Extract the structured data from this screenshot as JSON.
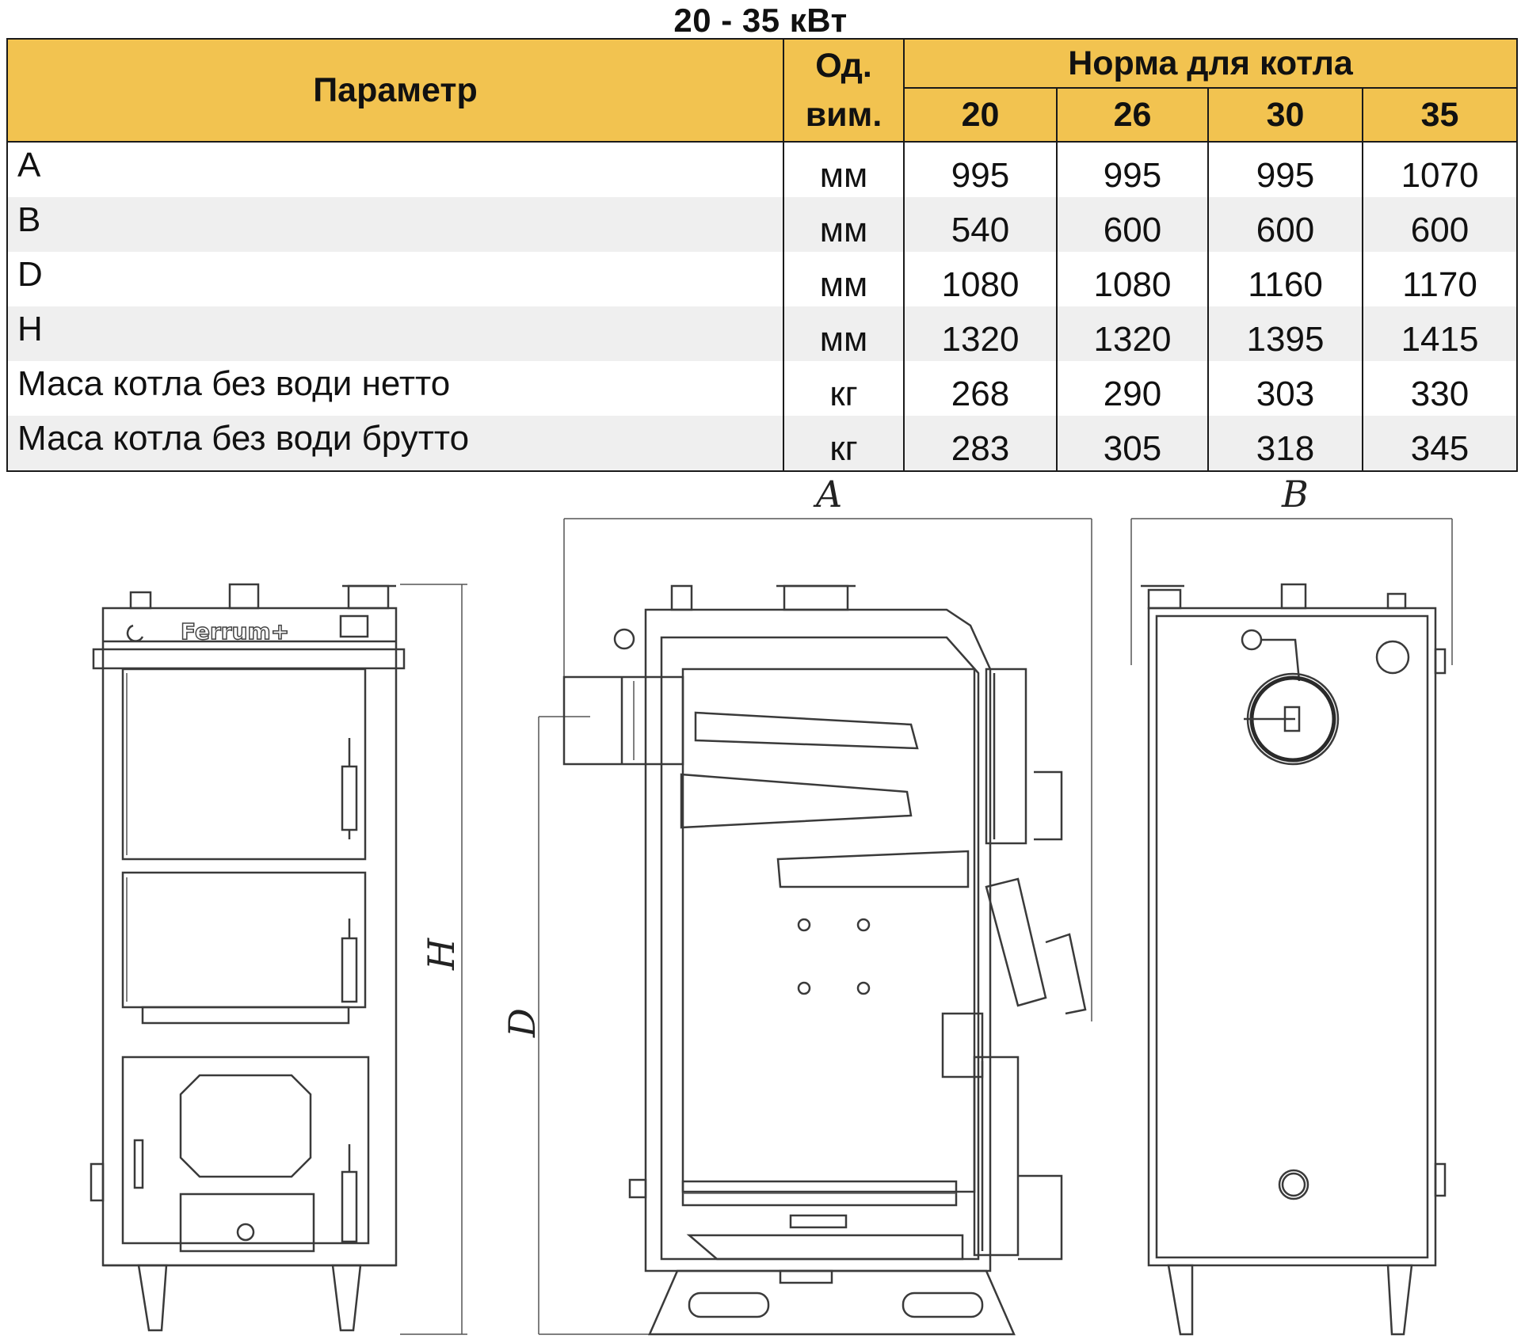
{
  "title": "20 - 35 кВт",
  "table": {
    "headers": {
      "parameter": "Параметр",
      "unit_line1": "Од.",
      "unit_line2": "вим.",
      "norm": "Норма для котла",
      "capacities": [
        "20",
        "26",
        "30",
        "35"
      ]
    },
    "rows": [
      {
        "name": "A",
        "unit": "мм",
        "values": [
          "995",
          "995",
          "995",
          "1070"
        ]
      },
      {
        "name": "B",
        "unit": "мм",
        "values": [
          "540",
          "600",
          "600",
          "600"
        ]
      },
      {
        "name": "D",
        "unit": "мм",
        "values": [
          "1080",
          "1080",
          "1160",
          "1170"
        ]
      },
      {
        "name": "H",
        "unit": "мм",
        "values": [
          "1320",
          "1320",
          "1395",
          "1415"
        ]
      },
      {
        "name": "Маса котла без води нетто",
        "unit": "кг",
        "values": [
          "268",
          "290",
          "303",
          "330"
        ]
      },
      {
        "name": "Маса котла без води брутто",
        "unit": "кг",
        "values": [
          "283",
          "305",
          "318",
          "345"
        ]
      }
    ]
  },
  "drawing": {
    "dimension_labels": {
      "a": "A",
      "b": "B",
      "d": "D",
      "h": "H"
    },
    "brand": "Ferrum+"
  },
  "colors": {
    "header_bg": "#f2c350",
    "row_alt_bg": "#efefef"
  }
}
